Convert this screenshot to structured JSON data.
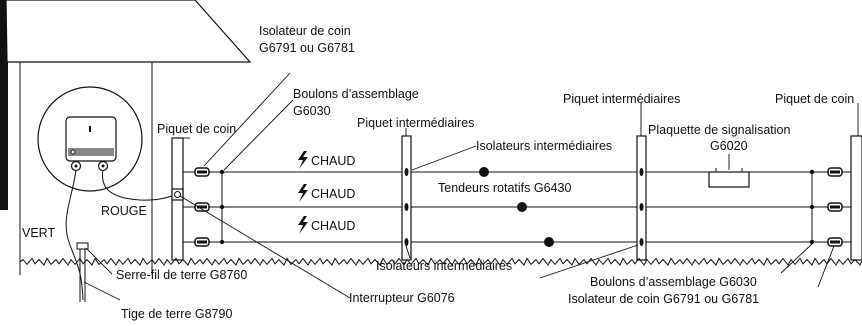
{
  "labels": {
    "corner_insulator": [
      "Isolateur de coin",
      "G6791 ou G6781"
    ],
    "bolts_top": [
      "Boulons d’assemblage",
      "G6030"
    ],
    "corner_post_left": "Piquet de coin",
    "intermediate_post_1": "Piquet intermédiaires",
    "intermediate_post_2": "Piquet intermédiaires",
    "corner_post_right": "Piquet de coin",
    "intermediate_insulators_top": "Isolateurs intermédiaires",
    "sign_plate": [
      "Plaquette de signalisation",
      "G6020"
    ],
    "hot_1": "CHAUD",
    "hot_2": "CHAUD",
    "hot_3": "CHAUD",
    "tensioners": "Tendeurs rotatifs G6430",
    "green": "VERT",
    "red": "ROUGE",
    "intermediate_insulators_bottom": "Isolateurs intermédiaires",
    "bolts_bottom": "Boulons d’assemblage G6030",
    "corner_insulator_bottom": "Isolateur de coin G6791 ou G6781",
    "ground_clamp": "Serre-fil de terre G8760",
    "switch": "Interrupteur G6076",
    "ground_rod": "Tige de terre G8790"
  },
  "icons": {
    "bolt": "lightning-bolt-icon"
  }
}
